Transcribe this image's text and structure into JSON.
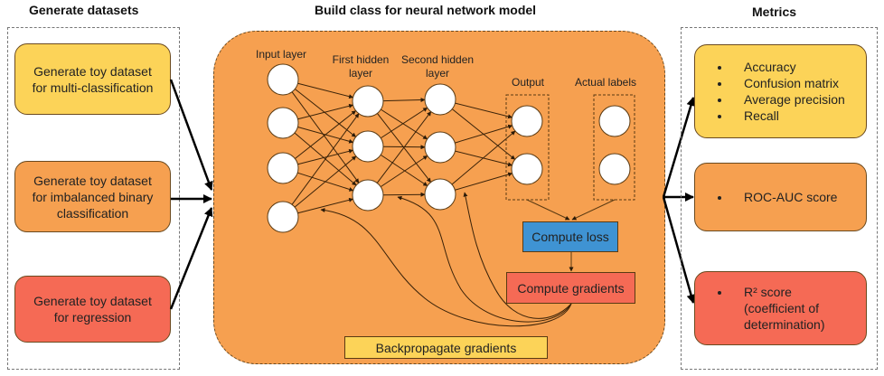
{
  "sections": {
    "datasets_title": "Generate datasets",
    "model_title": "Build class for neural network model",
    "metrics_title": "Metrics"
  },
  "datasets": [
    {
      "label": "Generate toy dataset for multi-classification",
      "color": "#fcd358"
    },
    {
      "label": "Generate toy dataset for imbalanced binary classification",
      "color": "#f6a050"
    },
    {
      "label": "Generate toy dataset for regression",
      "color": "#f56a55"
    }
  ],
  "network": {
    "layers": [
      {
        "label": "Input layer",
        "nodes": 4
      },
      {
        "label": "First hidden layer",
        "nodes": 3
      },
      {
        "label": "Second hidden layer",
        "nodes": 3
      },
      {
        "label": "Output",
        "nodes": 2
      },
      {
        "label": "Actual labels",
        "nodes": 2
      }
    ],
    "layer_labels": {
      "input": "Input layer",
      "hidden1_line1": "First hidden",
      "hidden1_line2": "layer",
      "hidden2_line1": "Second hidden",
      "hidden2_line2": "layer",
      "output": "Output",
      "actual": "Actual labels"
    },
    "compute_loss": "Compute loss",
    "compute_gradients": "Compute gradients",
    "backpropagate": "Backpropagate gradients",
    "colors": {
      "panel": "#f6a050",
      "loss": "#3f93d3",
      "gradients": "#f56a55",
      "backprop": "#fcd358"
    }
  },
  "metrics": [
    {
      "items": [
        "Accuracy",
        "Confusion matrix",
        "Average precision",
        "Recall"
      ],
      "color": "#fcd358"
    },
    {
      "items": [
        "ROC-AUC score"
      ],
      "color": "#f6a050"
    },
    {
      "items": [
        "R² score (coefficient of determination)"
      ],
      "color": "#f56a55"
    }
  ]
}
